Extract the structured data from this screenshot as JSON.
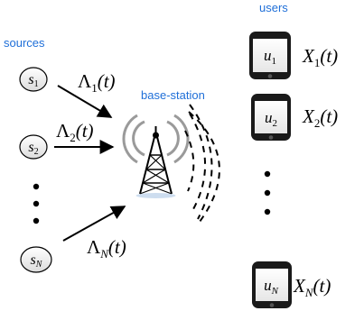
{
  "labels": {
    "sources": "sources",
    "users": "users",
    "base_station": "base-station"
  },
  "sources": [
    {
      "var": "s",
      "sub": "1"
    },
    {
      "var": "s",
      "sub": "2"
    },
    {
      "var": "s",
      "sub": "N"
    }
  ],
  "arrivals": [
    {
      "sym": "Λ",
      "sub": "1",
      "arg": "(t)"
    },
    {
      "sym": "Λ",
      "sub": "2",
      "arg": "(t)"
    },
    {
      "sym": "Λ",
      "sub": "N",
      "arg": "(t)"
    }
  ],
  "users": [
    {
      "var": "u",
      "sub": "1"
    },
    {
      "var": "u",
      "sub": "2"
    },
    {
      "var": "u",
      "sub": "N"
    }
  ],
  "queues": [
    {
      "var": "X",
      "sub": "1",
      "arg": "(t)"
    },
    {
      "var": "X",
      "sub": "2",
      "arg": "(t)"
    },
    {
      "var": "X",
      "sub": "N",
      "arg": "(t)"
    }
  ],
  "colors": {
    "label_blue": "#1f6fd8",
    "ink": "#000000",
    "signal_gray": "#9a9a9a"
  }
}
